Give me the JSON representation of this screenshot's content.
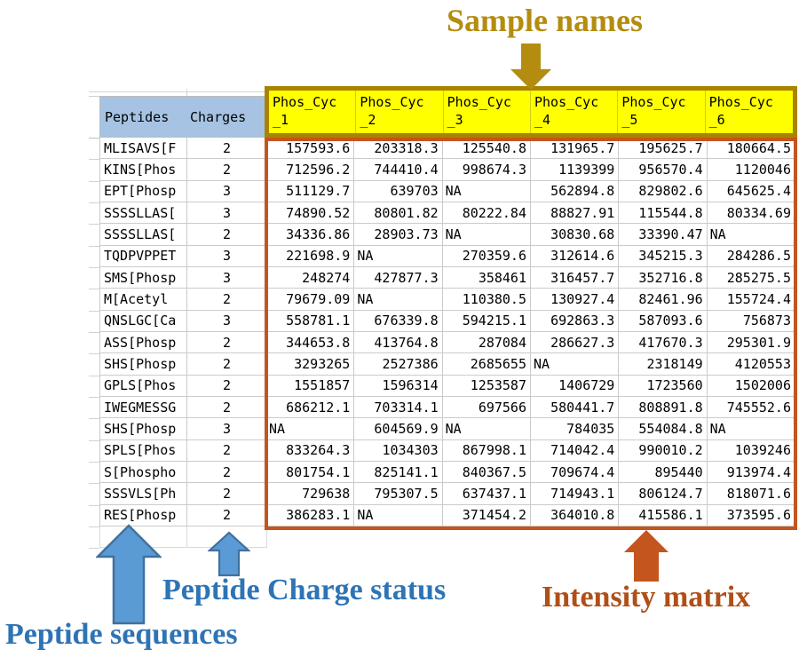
{
  "annotations": {
    "sample_names": {
      "label": "Sample names",
      "color": "#b48c0f"
    },
    "peptide_charge_status": {
      "label": "Peptide Charge status",
      "color": "#2e74b5"
    },
    "peptide_sequences": {
      "label": "Peptide sequences",
      "color": "#2e74b5"
    },
    "intensity_matrix": {
      "label": "Intensity matrix",
      "color": "#b04f17"
    }
  },
  "table": {
    "peptides_header": "Peptides",
    "charges_header": "Charges",
    "sample_names": [
      "Phos_Cyc_1",
      "Phos_Cyc_2",
      "Phos_Cyc_3",
      "Phos_Cyc_4",
      "Phos_Cyc_5",
      "Phos_Cyc_6"
    ],
    "na_text": "NA",
    "rows": [
      {
        "peptide": "MLISAVS[F",
        "charge": "2",
        "values": [
          "157593.6",
          "203318.3",
          "125540.8",
          "131965.7",
          "195625.7",
          "180664.5"
        ]
      },
      {
        "peptide": "KINS[Phos",
        "charge": "2",
        "values": [
          "712596.2",
          "744410.4",
          "998674.3",
          "1139399",
          "956570.4",
          "1120046"
        ]
      },
      {
        "peptide": "EPT[Phosp",
        "charge": "3",
        "values": [
          "511129.7",
          "639703",
          "NA",
          "562894.8",
          "829802.6",
          "645625.4"
        ]
      },
      {
        "peptide": "SSSSLLAS[",
        "charge": "3",
        "values": [
          "74890.52",
          "80801.82",
          "80222.84",
          "88827.91",
          "115544.8",
          "80334.69"
        ]
      },
      {
        "peptide": "SSSSLLAS[",
        "charge": "2",
        "values": [
          "34336.86",
          "28903.73",
          "NA",
          "30830.68",
          "33390.47",
          "NA"
        ]
      },
      {
        "peptide": "TQDPVPPET",
        "charge": "3",
        "values": [
          "221698.9",
          "NA",
          "270359.6",
          "312614.6",
          "345215.3",
          "284286.5"
        ]
      },
      {
        "peptide": "SMS[Phosp",
        "charge": "3",
        "values": [
          "248274",
          "427877.3",
          "358461",
          "316457.7",
          "352716.8",
          "285275.5"
        ]
      },
      {
        "peptide": "M[Acetyl",
        "charge": "2",
        "values": [
          "79679.09",
          "NA",
          "110380.5",
          "130927.4",
          "82461.96",
          "155724.4"
        ]
      },
      {
        "peptide": "QNSLGC[Ca",
        "charge": "3",
        "values": [
          "558781.1",
          "676339.8",
          "594215.1",
          "692863.3",
          "587093.6",
          "756873"
        ]
      },
      {
        "peptide": "ASS[Phosp",
        "charge": "2",
        "values": [
          "344653.8",
          "413764.8",
          "287084",
          "286627.3",
          "417670.3",
          "295301.9"
        ]
      },
      {
        "peptide": "SHS[Phosp",
        "charge": "2",
        "values": [
          "3293265",
          "2527386",
          "2685655",
          "NA",
          "2318149",
          "4120553"
        ]
      },
      {
        "peptide": "GPLS[Phos",
        "charge": "2",
        "values": [
          "1551857",
          "1596314",
          "1253587",
          "1406729",
          "1723560",
          "1502006"
        ]
      },
      {
        "peptide": "IWEGMESSG",
        "charge": "2",
        "values": [
          "686212.1",
          "703314.1",
          "697566",
          "580441.7",
          "808891.8",
          "745552.6"
        ]
      },
      {
        "peptide": "SHS[Phosp",
        "charge": "3",
        "values": [
          "NA",
          "604569.9",
          "NA",
          "784035",
          "554084.8",
          "NA"
        ]
      },
      {
        "peptide": "SPLS[Phos",
        "charge": "2",
        "values": [
          "833264.3",
          "1034303",
          "867998.1",
          "714042.4",
          "990010.2",
          "1039246"
        ]
      },
      {
        "peptide": "S[Phospho",
        "charge": "2",
        "values": [
          "801754.1",
          "825141.1",
          "840367.5",
          "709674.4",
          "895440",
          "913974.4"
        ]
      },
      {
        "peptide": "SSSVLS[Ph",
        "charge": "2",
        "values": [
          "729638",
          "795307.5",
          "637437.1",
          "714943.1",
          "806124.7",
          "818071.6"
        ]
      },
      {
        "peptide": "RES[Phosp",
        "charge": "2",
        "values": [
          "386283.1",
          "NA",
          "371454.2",
          "364010.8",
          "415586.1",
          "373595.6"
        ]
      }
    ]
  },
  "colors": {
    "header_blue": "#a6c3e3",
    "sample_header_yellow": "#ffff00",
    "sample_header_border_gold": "#a98300",
    "matrix_border_orange": "#c4551e",
    "blue_arrow_fill": "#5b9bd5",
    "blue_arrow_stroke": "#41719c",
    "gridline": "#cbcbcb"
  }
}
